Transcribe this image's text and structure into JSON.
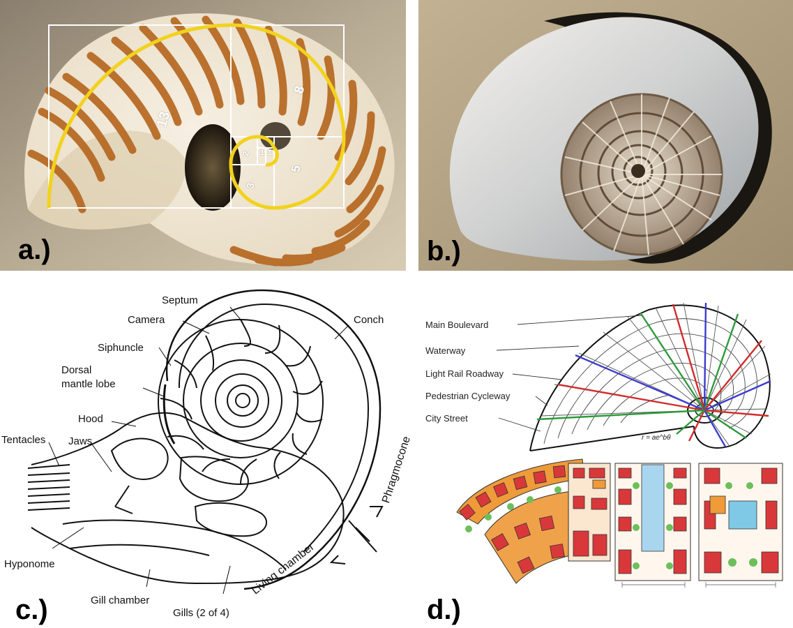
{
  "panels": {
    "a": {
      "label": "a.)",
      "fibonacci_numbers": [
        "13",
        "8",
        "5",
        "3",
        "2",
        "1",
        "1"
      ]
    },
    "b": {
      "label": "b.)"
    },
    "c": {
      "label": "c.)",
      "annotations": {
        "septum": "Septum",
        "camera": "Camera",
        "conch": "Conch",
        "siphuncle": "Siphuncle",
        "dorsal_1": "Dorsal",
        "dorsal_2": "mantle lobe",
        "hood": "Hood",
        "tentacles": "Tentacles",
        "jaws": "Jaws",
        "hyponome": "Hyponome",
        "gill_chamber": "Gill chamber",
        "gills": "Gills (2 of 4)",
        "living_chamber": "Living chamber",
        "phragmocone": "Phragmocone"
      }
    },
    "d": {
      "label": "d.)",
      "legend": [
        "Main Boulevard",
        "Waterway",
        "Light Rail Roadway",
        "Pedestrian Cycleway",
        "City Street"
      ],
      "formula": "r = ae^bθ"
    }
  },
  "colors": {
    "golden_spiral": "#f2d21c",
    "grid_white": "#ffffff",
    "shell_stripe": "#b5651d",
    "road_red": "#d22b2b",
    "road_green": "#2e9a3a",
    "road_blue": "#3c3ccf",
    "building_red": "#d9383a",
    "building_orange": "#ef9b3a"
  }
}
